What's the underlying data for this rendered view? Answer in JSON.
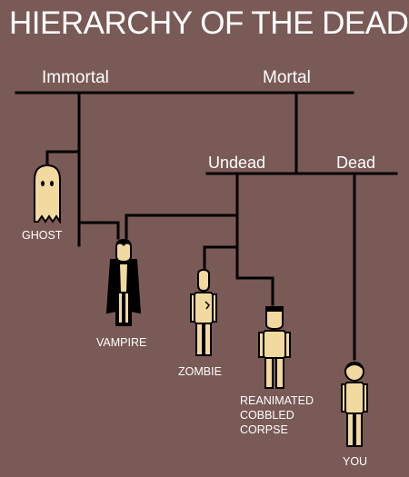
{
  "title": "HIERARCHY OF THE DEAD",
  "branches": {
    "immortal": "Immortal",
    "mortal": "Mortal",
    "undead": "Undead",
    "dead": "Dead"
  },
  "figures": {
    "ghost": "GHOST",
    "vampire": "VAMPIRE",
    "zombie": "ZOMBIE",
    "corpse": [
      "REANIMATED",
      "COBBLED",
      "CORPSE"
    ],
    "you": "YOU"
  },
  "colors": {
    "background": "#7a5a56",
    "line": "#000000",
    "text": "#ffffff",
    "skin": "#f2d9a0"
  }
}
